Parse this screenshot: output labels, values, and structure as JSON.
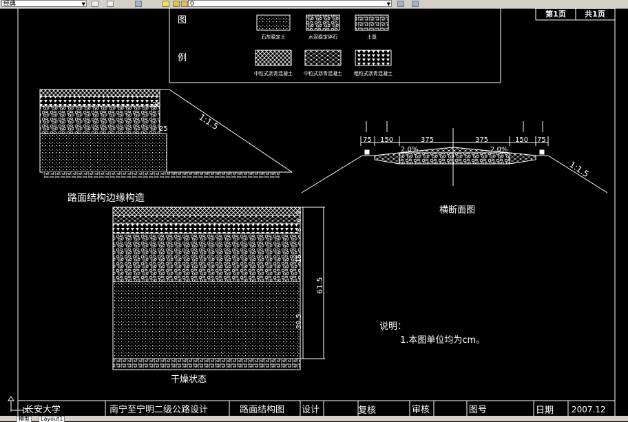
{
  "toolbar": {
    "style_combo": "经典",
    "layer_combo": "0"
  },
  "legend": {
    "title_top": "图",
    "title_bottom": "例",
    "items": [
      "石灰稳定土",
      "水泥稳定碎石",
      "土基",
      "中粒式沥青混凝土",
      "中粒式沥青混凝土",
      "粗粒式沥青混凝土"
    ]
  },
  "page_info": {
    "current": "第1页",
    "total": "共1页"
  },
  "edge_detail": {
    "caption": "路面结构边缘构造",
    "dims": [
      "25",
      "25"
    ],
    "slope": "1:1.5"
  },
  "cross_section": {
    "caption": "横断面图",
    "widths": [
      "75",
      "150",
      "375",
      "375",
      "150",
      "75"
    ],
    "grades": [
      "2.0%",
      "2.0%"
    ],
    "slope": "1:1.5"
  },
  "dry_section": {
    "caption": "干燥状态",
    "layer_dims": [
      "5",
      "6",
      "8",
      "15",
      "30.5"
    ],
    "total": "61.5"
  },
  "notes": {
    "title": "说明：",
    "line1": "1.本图单位均为cm。"
  },
  "title_block": {
    "school": "长安大学",
    "project": "南宁至宁明二级公路设计",
    "drawing": "路面结构图",
    "design": "设计",
    "review": "复核",
    "approve": "审核",
    "number": "图号",
    "date_label": "日期",
    "date": "2007.12"
  },
  "tabs": {
    "model": "模型",
    "layout": "Layout1"
  }
}
